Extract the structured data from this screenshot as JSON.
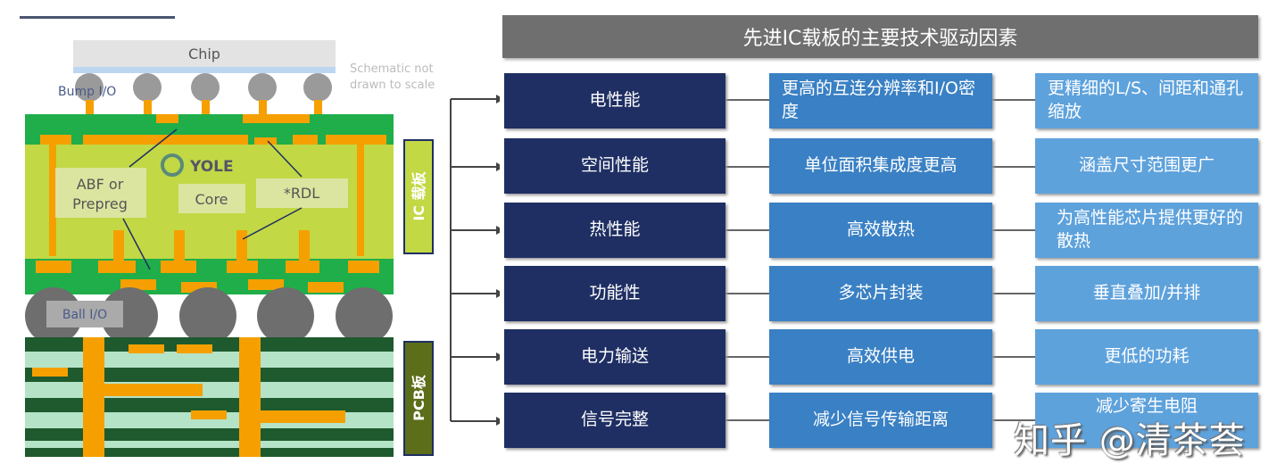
{
  "schematic": {
    "chip": "Chip",
    "bump": "Bump I/O",
    "note1": "Schematic not",
    "note2": "drawn to scale",
    "abf1": "ABF or",
    "abf2": "Prepreg",
    "core": "Core",
    "rdl": "*RDL",
    "logo": "YOLE",
    "ball": "Ball I/O",
    "ic_label": "IC 载板",
    "pcb_label": "PCB板"
  },
  "header": {
    "title": "先进IC载板的主要技术驱动因素"
  },
  "rows": [
    {
      "driver": "电性能",
      "need": "更高的互连分辨率和I/O密度",
      "result": "更精细的L/S、间距和通孔缩放"
    },
    {
      "driver": "空间性能",
      "need": "单位面积集成度更高",
      "result": "涵盖尺寸范围更广"
    },
    {
      "driver": "热性能",
      "need": "高效散热",
      "result": "为高性能芯片提供更好的散热"
    },
    {
      "driver": "功能性",
      "need": "多芯片封装",
      "result": "垂直叠加/并排"
    },
    {
      "driver": "电力输送",
      "need": "高效供电",
      "result": "更低的功耗"
    },
    {
      "driver": "信号完整",
      "need": "减少信号传输距离",
      "result": "减少寄生电阻"
    }
  ],
  "watermark": "知乎 @清茶荟",
  "colors": {
    "driver": "#1f2f63",
    "need": "#3a80c4",
    "result": "#5ea2dc",
    "header": "#6f6f6f"
  }
}
